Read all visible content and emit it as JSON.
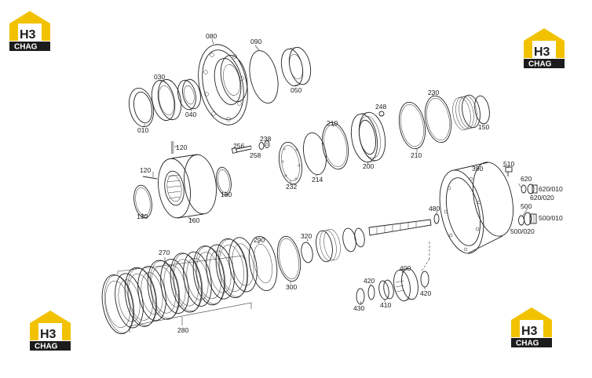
{
  "brand": {
    "mark": "H3",
    "text": "CHAG",
    "house_color": "#f2c200",
    "band_color": "#1c1c1c"
  },
  "labels": {
    "p010": "010",
    "p030": "030",
    "p040": "040",
    "p080": "080",
    "p090": "090",
    "p050": "050",
    "p120a": "120",
    "p120b": "120",
    "p130a": "130",
    "p130b": "130",
    "p160": "160",
    "p256": "256",
    "p238": "238",
    "p258": "258",
    "p232": "232",
    "p214": "214",
    "p210a": "210",
    "p210b": "210",
    "p200": "200",
    "p248": "248",
    "p230": "230",
    "p150": "150",
    "p390": "390",
    "p510": "510",
    "p620": "620",
    "p620_010": "620/010",
    "p620_020": "620/020",
    "p500": "500",
    "p500_010": "500/010",
    "p500_020": "500/020",
    "p480": "480",
    "p270": "270",
    "p280": "280",
    "p290": "290",
    "p300": "300",
    "p320": "320",
    "p400": "400",
    "p420a": "420",
    "p420b": "420",
    "p410": "410",
    "p430": "430"
  }
}
